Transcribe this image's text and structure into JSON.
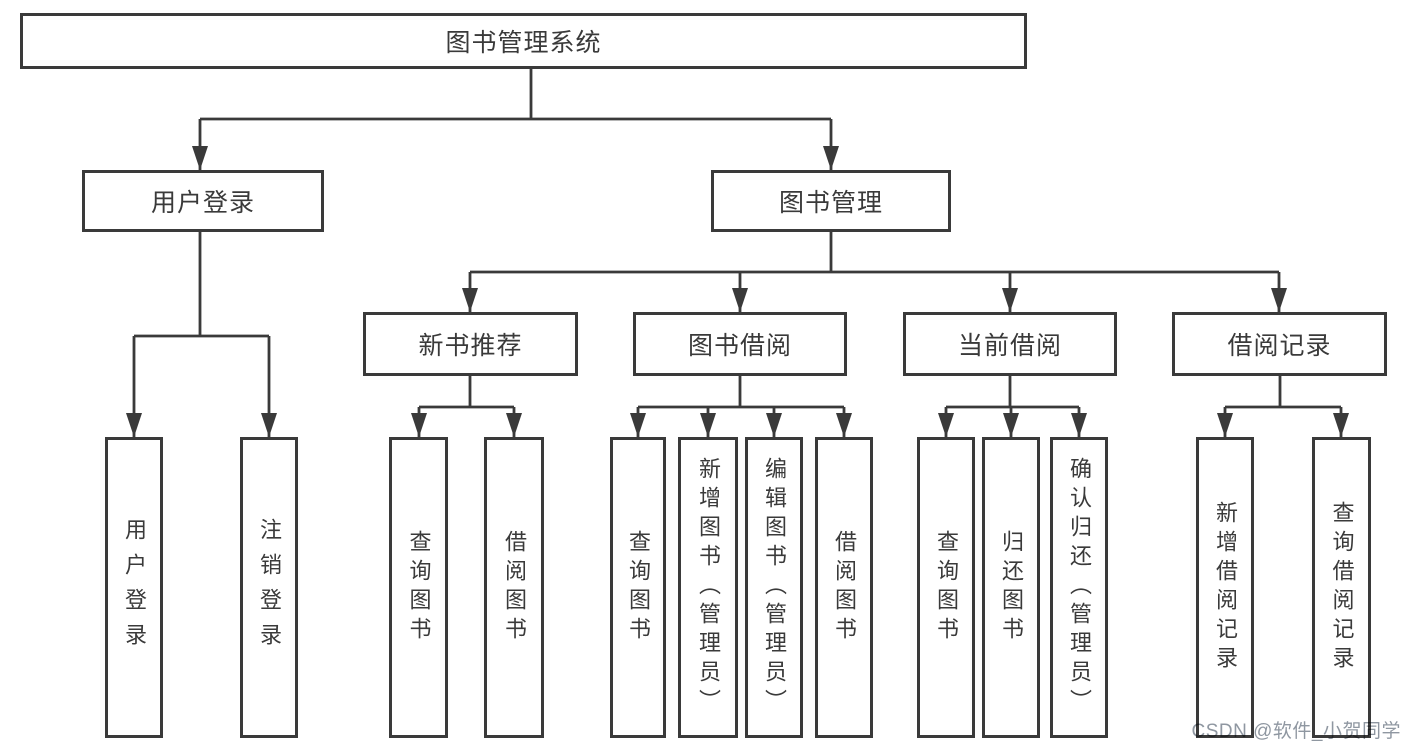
{
  "diagram": {
    "root": {
      "label": "图书管理系统"
    },
    "level2": [
      {
        "label": "用户登录"
      },
      {
        "label": "图书管理"
      }
    ],
    "level3": [
      {
        "label": "新书推荐"
      },
      {
        "label": "图书借阅"
      },
      {
        "label": "当前借阅"
      },
      {
        "label": "借阅记录"
      }
    ],
    "leaves": {
      "user_login": [
        "用户登录",
        "注销登录"
      ],
      "new_book_recommend": [
        "查询图书",
        "借阅图书"
      ],
      "book_borrow": [
        "查询图书",
        "新增图书（管理员）",
        "编辑图书（管理员）",
        "借阅图书"
      ],
      "current_borrow": [
        "查询图书",
        "归还图书",
        "确认归还（管理员）"
      ],
      "borrow_record": [
        "新增借阅记录",
        "查询借阅记录"
      ]
    }
  },
  "watermark": "CSDN @软件_小贺同学",
  "colors": {
    "line": "#3a3a3a",
    "text": "#3a3a3a",
    "watermark": "#8f97a1",
    "background": "#ffffff"
  }
}
